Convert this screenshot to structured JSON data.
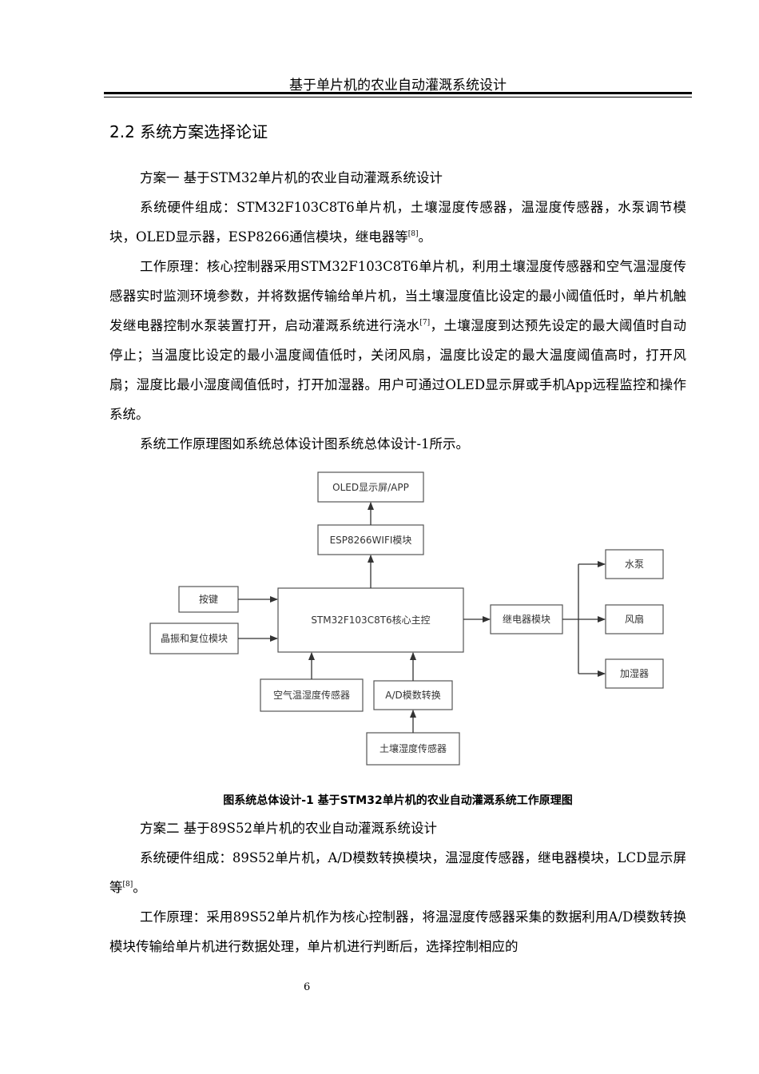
{
  "header": {
    "title": "基于单片机的农业自动灌溉系统设计"
  },
  "section": {
    "heading": "2.2 系统方案选择论证"
  },
  "scheme1": {
    "title": "方案一  基于STM32单片机的农业自动灌溉系统设计",
    "hardware_text": "系统硬件组成：STM32F103C8T6单片机，土壤湿度传感器，温湿度传感器，水泵调节模块，OLED显示器，ESP8266通信模块，继电器等",
    "hardware_ref": "[8]",
    "hardware_end": "。",
    "principle_text1": "工作原理：核心控制器采用STM32F103C8T6单片机，利用土壤湿度传感器和空气温湿度传感器实时监测环境参数，并将数据传输给单片机，当土壤湿度值比设定的最小阈值低时，单片机触发继电器控制水泵装置打开，启动灌溉系统进行浇水",
    "principle_ref": "[7]",
    "principle_text2": "，土壤湿度到达预先设定的最大阈值时自动停止；当温度比设定的最小温度阈值低时，关闭风扇，温度比设定的最大温度阈值高时，打开风扇；湿度比最小湿度阈值低时，打开加湿器。用户可通过OLED显示屏或手机App远程监控和操作系统。",
    "diagram_intro": "系统工作原理图如系统总体设计图系统总体设计-1所示。"
  },
  "diagram": {
    "nodes": {
      "oled": "OLED显示屏/APP",
      "esp": "ESP8266WIFI模块",
      "key": "按键",
      "crystal": "晶振和复位模块",
      "mcu": "STM32F103C8T6核心主控",
      "air_sensor": "空气温湿度传感器",
      "adc": "A/D模数转换",
      "soil_sensor": "土壤湿度传感器",
      "relay": "继电器模块",
      "pump": "水泵",
      "fan": "风扇",
      "humidifier": "加湿器"
    },
    "caption": "图系统总体设计-1 基于STM32单片机的农业自动灌溉系统工作原理图"
  },
  "scheme2": {
    "title": "方案二  基于89S52单片机的农业自动灌溉系统设计",
    "hardware_text": "系统硬件组成：89S52单片机，A/D模数转换模块，温湿度传感器，继电器模块，LCD显示屏等",
    "hardware_ref": "[8]",
    "hardware_end": "。",
    "principle_text": "工作原理：采用89S52单片机作为核心控制器，将温湿度传感器采集的数据利用A/D模数转换模块传输给单片机进行数据处理，单片机进行判断后，选择控制相应的"
  },
  "footer": {
    "page_number": "6"
  },
  "colors": {
    "box_border": "#555555",
    "arrow": "#333333",
    "text": "#000000"
  }
}
